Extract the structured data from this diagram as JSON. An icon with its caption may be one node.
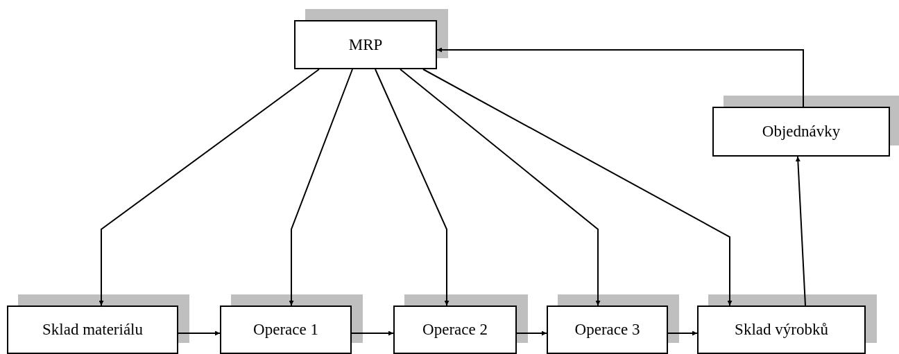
{
  "diagram": {
    "nodes": [
      {
        "text": [
          "MRP"
        ]
      },
      {
        "text": [
          "Objednávky"
        ]
      },
      {
        "text": [
          "Sklad materiálu"
        ]
      },
      {
        "text": [
          "Operace 1"
        ]
      },
      {
        "text": [
          "Operace 2"
        ]
      },
      {
        "text": [
          "Operace 3"
        ]
      },
      {
        "text": [
          "Sklad výrobků"
        ]
      }
    ],
    "edges": [
      {
        "from": 0,
        "to": 2,
        "arrow": "to"
      },
      {
        "from": 0,
        "to": 3,
        "arrow": "to"
      },
      {
        "from": 0,
        "to": 4,
        "arrow": "to"
      },
      {
        "from": 0,
        "to": 5,
        "arrow": "to"
      },
      {
        "from": 0,
        "to": 6,
        "arrow": "to"
      },
      {
        "from": 2,
        "to": 3,
        "arrow": "to"
      },
      {
        "from": 3,
        "to": 4,
        "arrow": "to"
      },
      {
        "from": 4,
        "to": 5,
        "arrow": "to"
      },
      {
        "from": 5,
        "to": 6,
        "arrow": "to"
      },
      {
        "from": 6,
        "to": 1,
        "arrow": "to"
      },
      {
        "from": 1,
        "to": 0,
        "arrow": "to"
      }
    ]
  }
}
